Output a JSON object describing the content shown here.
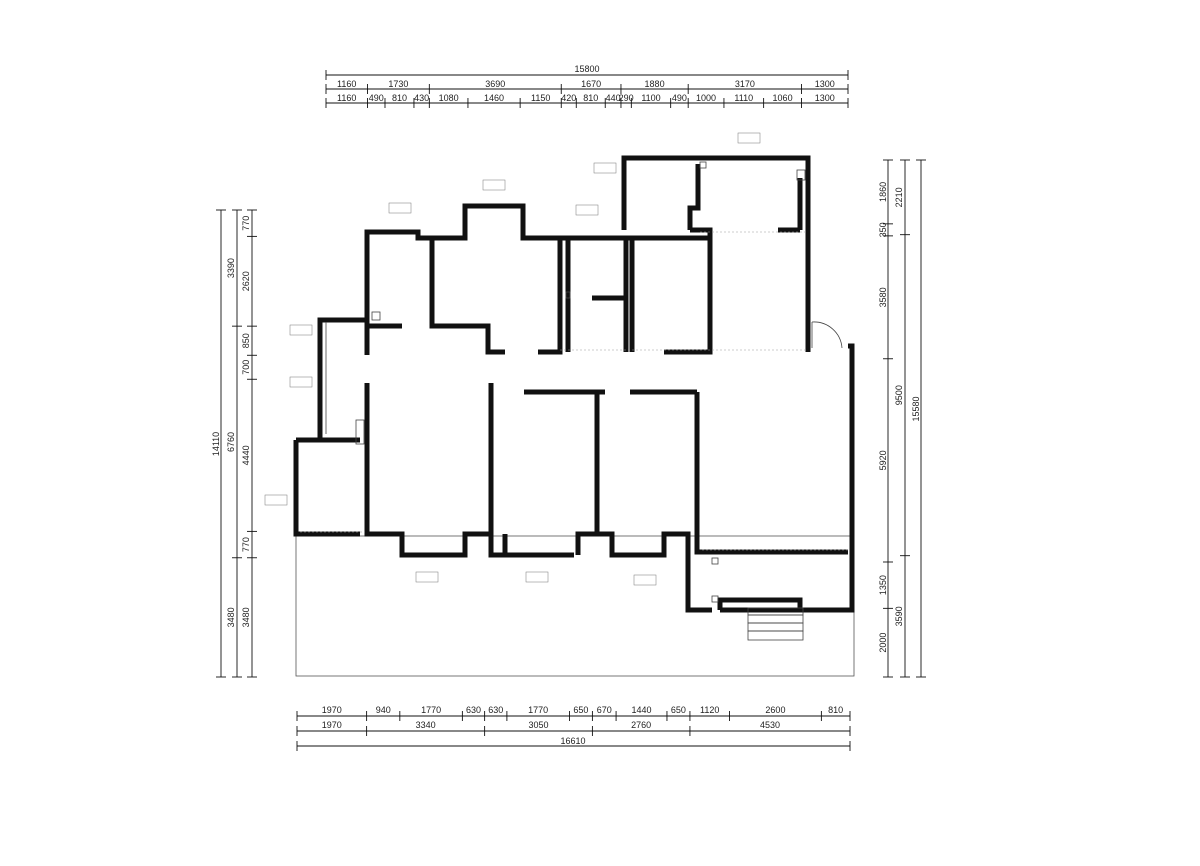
{
  "plan": {
    "top_dims": {
      "overall": "15800",
      "row1": [
        "1160",
        "1730",
        "3690",
        "1670",
        "1880",
        "3170",
        "1300"
      ],
      "row2": [
        "1160",
        "490",
        "810",
        "430",
        "1080",
        "1460",
        "1150",
        "420",
        "810",
        "440",
        "290",
        "1100",
        "490",
        "1000",
        "1110",
        "1060",
        "1300"
      ]
    },
    "bottom_dims": {
      "row1": [
        "1970",
        "940",
        "1770",
        "630",
        "630",
        "1770",
        "650",
        "670",
        "1440",
        "650",
        "1120",
        "2600",
        "810"
      ],
      "row2": [
        "1970",
        "3340",
        "3050",
        "2760",
        "4530"
      ],
      "overall": "16610"
    },
    "left_dims": {
      "overall": "14110",
      "outer": [
        "3390",
        "6760",
        "3480"
      ],
      "inner": [
        "770",
        "2620",
        "850",
        "700",
        "4440",
        "770",
        "3480"
      ]
    },
    "right_dims": {
      "overall": "15580",
      "outer": [
        "2210",
        "9500",
        "3590"
      ],
      "inner": [
        "1860",
        "350",
        "3580",
        "5920",
        "1350",
        "2000"
      ]
    },
    "colors": {
      "line": "#111111",
      "background": "#ffffff"
    }
  }
}
